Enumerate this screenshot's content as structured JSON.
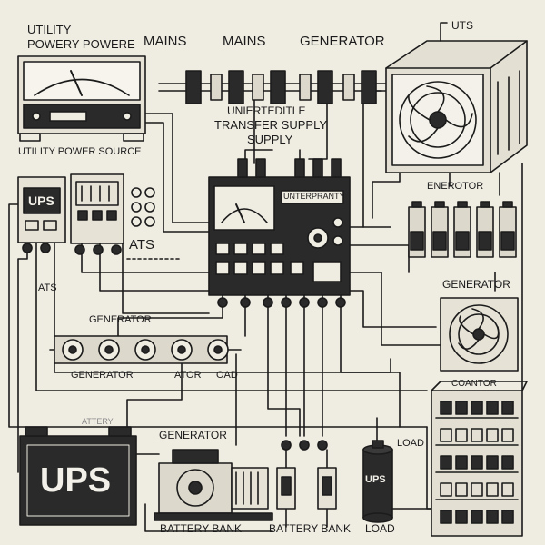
{
  "labels": {
    "utility": "UTILITY",
    "powery_powere": "POWERY POWERE",
    "mains_1": "MAINS",
    "mains_2": "MAINS",
    "generator_top": "GENERATOR",
    "uts": "UTS",
    "unierted_line1": "UNIERTEDITLE",
    "unierted_line2": "TRANSFER SUPPLY",
    "unierted_line3": "SUPPLY",
    "utility_power_source": "UTILITY POWER SOURCE",
    "ups_small": "UPS",
    "ats_panel": "ATS",
    "unterpranty": "UNTERPRANTY",
    "enerotor": "ENEROTOR",
    "generator_right": "GENERATOR",
    "ats_left": "ATS",
    "generator_mid": "GENERATOR",
    "generator_low": "GENERATOR",
    "ator": "ATOR",
    "oad": "OAD",
    "coantor": "COANTOR",
    "attery": "ATTERY",
    "generator_bottom": "GENERATOR",
    "load_right": "LOAD",
    "ups_big": "UPS",
    "ups_cylinder": "UPS",
    "battery_bank_1": "BATTERY BANK",
    "battery_bank_2": "BATTERY BANK",
    "load_bottom": "LOAD"
  },
  "colors": {
    "background": "#efece2",
    "ink": "#1b1b1b",
    "dark_fill": "#2a2a2a",
    "panel_fill": "#dcd8cc"
  }
}
